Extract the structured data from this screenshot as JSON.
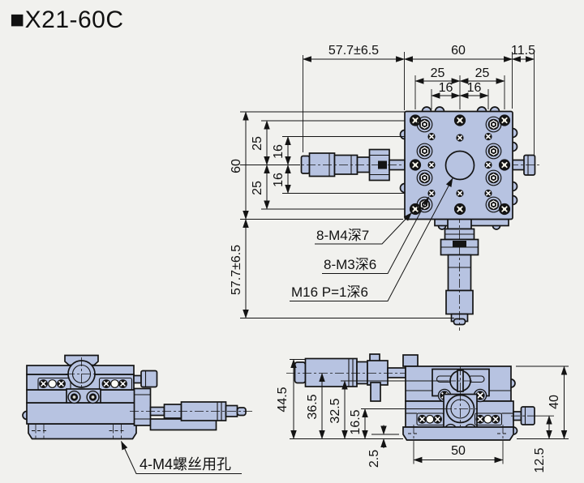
{
  "title": "■X21-60C",
  "colors": {
    "background": "#f1f1ee",
    "part-fill": "#b7c3e1",
    "line": "#141414",
    "text": "#111111"
  },
  "top_view": {
    "dims": {
      "travel_h": "57.7±6.5",
      "width": "60",
      "knob": "11.5",
      "hole_pitch_25_left": "25",
      "hole_pitch_25_right": "25",
      "hole_pitch_16_left": "16",
      "hole_pitch_16_right": "16",
      "height": "60",
      "hole_pitch_25_top": "25",
      "hole_pitch_25_bottom": "25",
      "hole_pitch_16_top": "16",
      "hole_pitch_16_bottom": "16",
      "travel_v": "57.7±6.5"
    },
    "callouts": {
      "m4": "8-M4深7",
      "m3": "8-M3深6",
      "m16": "M16 P=1深6"
    }
  },
  "front_view": {
    "callouts": {
      "base_holes": "4-M4螺丝用孔"
    }
  },
  "side_view": {
    "dims": {
      "overall_height": "44.5",
      "center_height": "36.5",
      "upper_center_height": "32.5",
      "lower_center_height": "16.5",
      "base_step": "2.5",
      "mount_pitch": "50",
      "knob_center_height": "12.5",
      "body_height": "40"
    }
  }
}
